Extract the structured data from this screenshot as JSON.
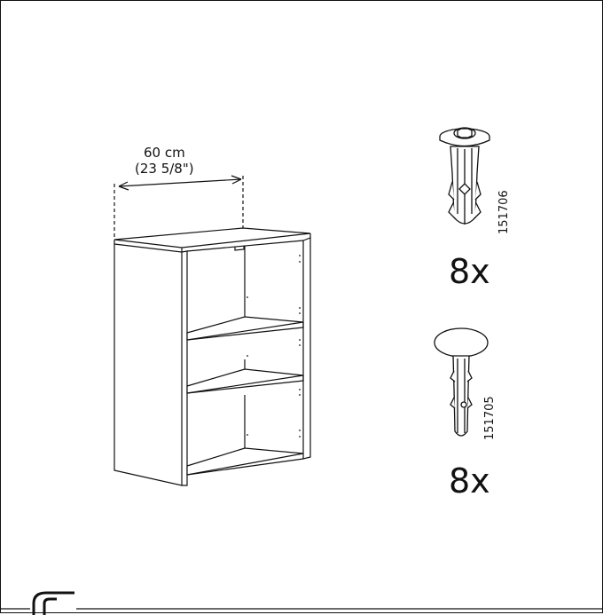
{
  "dimension": {
    "metric": "60 cm",
    "imperial": "(23 5/8\")"
  },
  "parts": [
    {
      "part_number": "151706",
      "quantity": "8x",
      "icon": "cam-dowel-icon"
    },
    {
      "part_number": "151705",
      "quantity": "8x",
      "icon": "shelf-support-dowel-icon"
    }
  ],
  "colors": {
    "line": "#111111",
    "background": "#ffffff"
  }
}
